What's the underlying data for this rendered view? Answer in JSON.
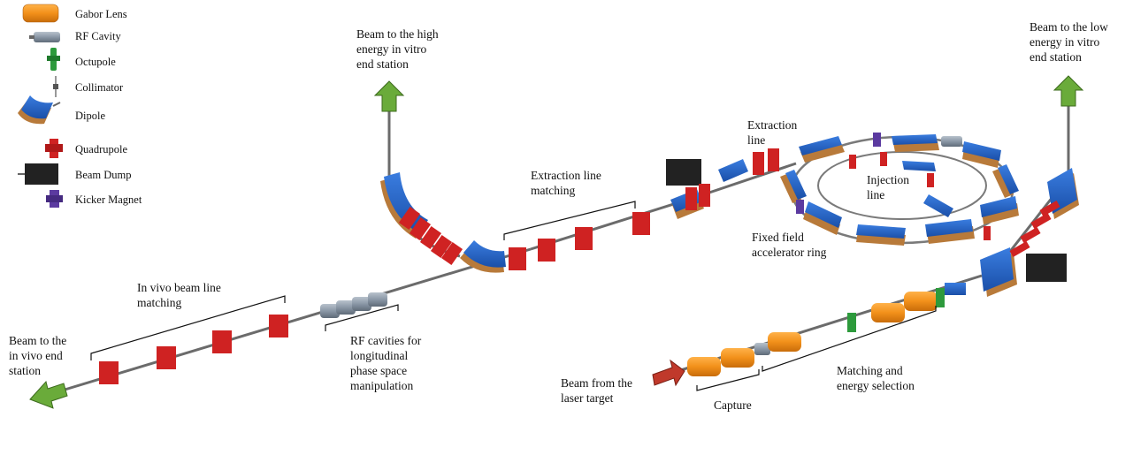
{
  "legend": {
    "items": [
      {
        "key": "gabor",
        "label": "Gabor Lens",
        "icon": "gabor-lens-icon"
      },
      {
        "key": "rf",
        "label": "RF Cavity",
        "icon": "rf-cavity-icon"
      },
      {
        "key": "oct",
        "label": "Octupole",
        "icon": "octupole-icon"
      },
      {
        "key": "col",
        "label": "Collimator",
        "icon": "collimator-icon"
      },
      {
        "key": "dip",
        "label": "Dipole",
        "icon": "dipole-icon"
      },
      {
        "key": "quad",
        "label": "Quadrupole",
        "icon": "quadrupole-icon"
      },
      {
        "key": "dump",
        "label": "Beam Dump",
        "icon": "beam-dump-icon"
      },
      {
        "key": "kick",
        "label": "Kicker Magnet",
        "icon": "kicker-magnet-icon"
      }
    ]
  },
  "labels": {
    "high_energy": [
      "Beam to the high",
      "energy in vitro",
      "end station"
    ],
    "low_energy": [
      "Beam to the low",
      "energy in vitro",
      "end station"
    ],
    "in_vivo_end": [
      "Beam to the",
      "in vivo end",
      "station"
    ],
    "extraction_matching": [
      "Extraction line",
      "matching"
    ],
    "extraction_line": [
      "Extraction",
      "line"
    ],
    "injection_line": [
      "Injection",
      "line"
    ],
    "ring": [
      "Fixed field",
      "accelerator ring"
    ],
    "in_vivo_matching": [
      "In vivo beam line",
      "matching"
    ],
    "rf_cavities": [
      "RF cavities for",
      "longitudinal",
      "phase space",
      "manipulation"
    ],
    "laser_target": [
      "Beam from the",
      "laser target"
    ],
    "capture": [
      "Capture"
    ],
    "matching_energy": [
      "Matching and",
      "energy selection"
    ]
  },
  "colors": {
    "gabor": "#f2901a",
    "rf": "#8a97a6",
    "octupole": "#2d9a3c",
    "dipole": "#1e5fc4",
    "dipole_edge": "#b87a3a",
    "quadrupole": "#cf2222",
    "dump": "#222222",
    "kicker": "#5b3aa0",
    "arrow_out": "#6aab3a",
    "arrow_in": "#c0392b",
    "pipe": "#6b6b6b"
  }
}
